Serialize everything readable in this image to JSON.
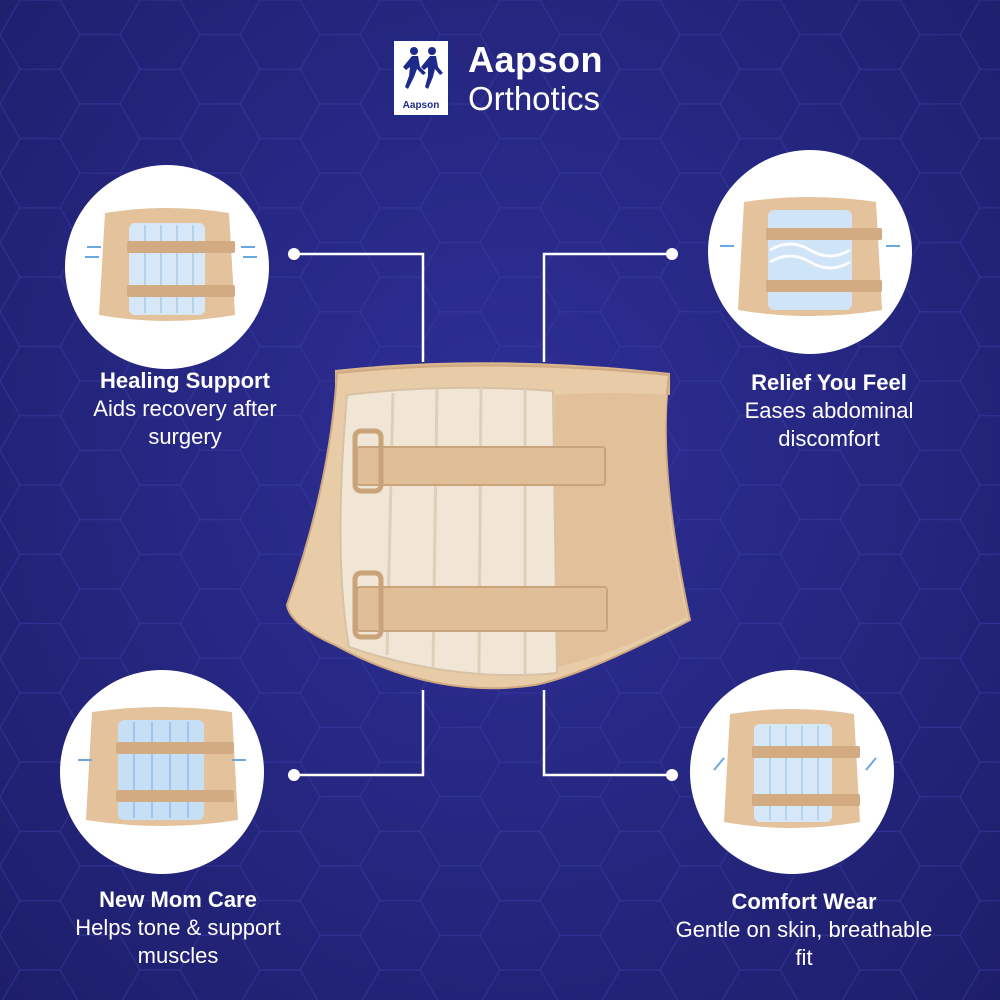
{
  "brand": {
    "logo_label": "Aapson",
    "name": "Aapson",
    "subtitle": "Orthotics",
    "logo_icon": "two-runners-logo-icon"
  },
  "colors": {
    "background": "#25267f",
    "text": "#ffffff",
    "belt_beige": "#e8cba7",
    "belt_pad": "#f1e6d6",
    "brand_blue": "#1e2a8a"
  },
  "features": [
    {
      "title": "Healing Support",
      "desc": [
        "Aids recovery after",
        "surgery"
      ]
    },
    {
      "title": "Relief You Feel",
      "desc": [
        "Eases abdominal",
        "discomfort"
      ]
    },
    {
      "title": "New Mom Care",
      "desc": [
        "Helps tone & support",
        "muscles"
      ]
    },
    {
      "title": "Comfort Wear",
      "desc": [
        "Gentle on skin, breathable",
        "fit"
      ]
    }
  ]
}
